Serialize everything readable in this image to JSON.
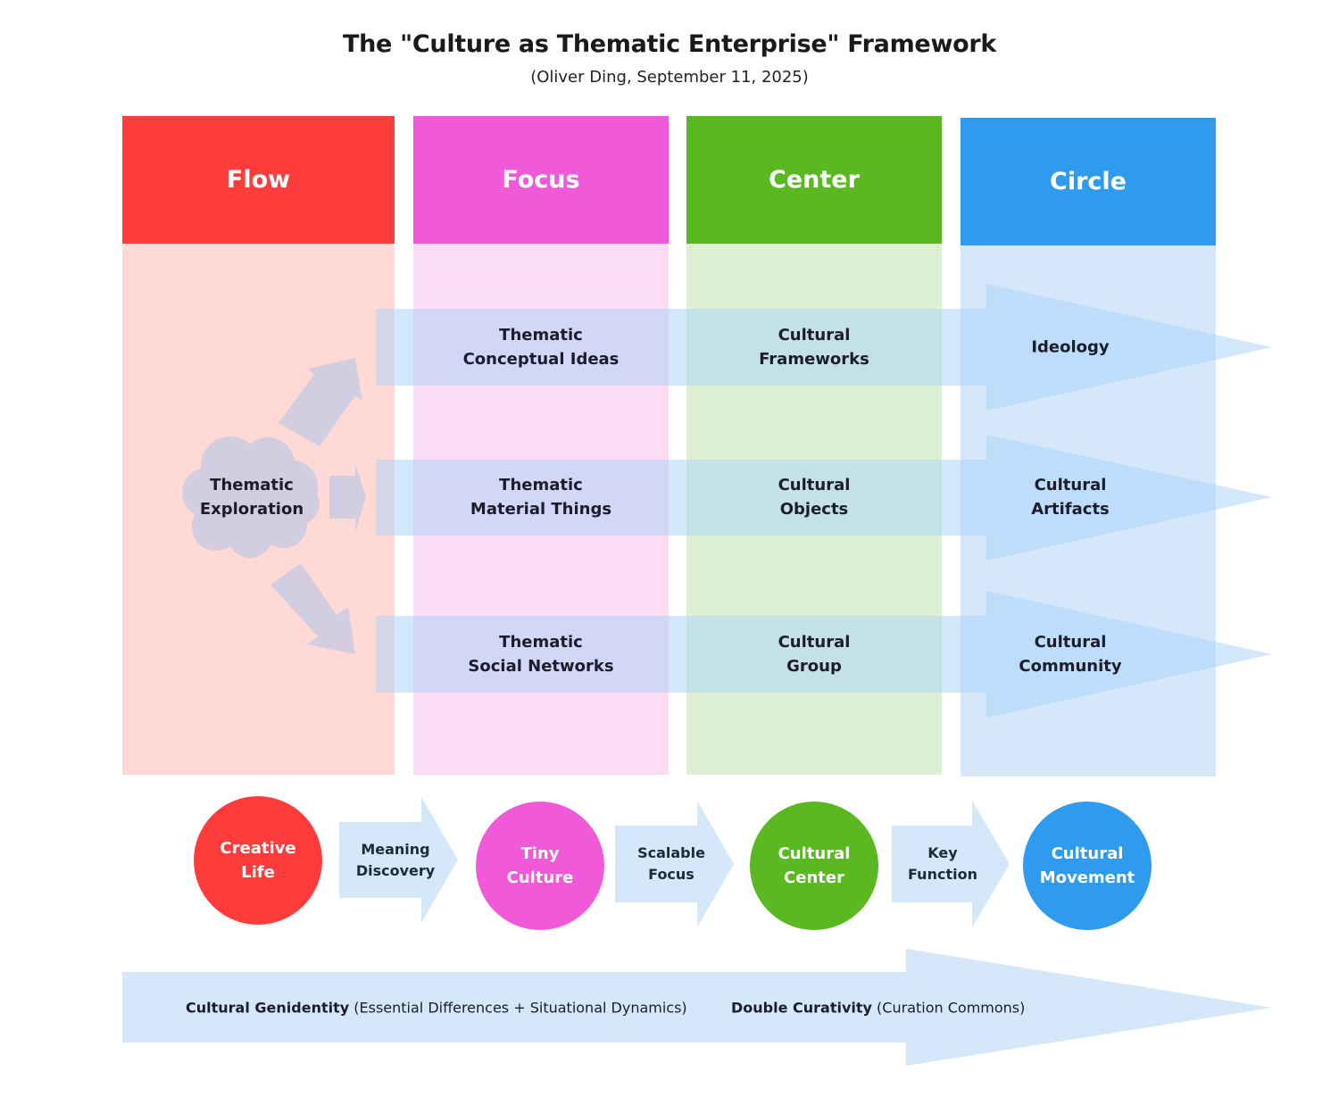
{
  "header": {
    "title": "The \"Culture as Thematic Enterprise\" Framework",
    "subtitle": "(Oliver Ding, September 11, 2025)"
  },
  "columns": [
    {
      "label": "Flow",
      "head_color": "#ff3c3c",
      "bg_color": "#ffd9d6"
    },
    {
      "label": "Focus",
      "head_color": "#f05ad8",
      "bg_color": "#fcdcf5"
    },
    {
      "label": "Center",
      "head_color": "#5ab820",
      "bg_color": "#def0d4"
    },
    {
      "label": "Circle",
      "head_color": "#2e9bef",
      "bg_color": "#d4e8fa"
    }
  ],
  "flow": {
    "cloud_label": "Thematic\nExploration",
    "cloud_color": "#d2cde0"
  },
  "rows": [
    {
      "focus": "Thematic\nConceptual Ideas",
      "center": "Cultural\nFrameworks",
      "circle": "Ideology"
    },
    {
      "focus": "Thematic\nMaterial Things",
      "center": "Cultural\nObjects",
      "circle": "Cultural\nArtifacts"
    },
    {
      "focus": "Thematic\nSocial Networks",
      "center": "Cultural\nGroup",
      "circle": "Cultural\nCommunity"
    }
  ],
  "process": {
    "stages": [
      {
        "label": "Creative\nLife",
        "color": "#ff3c3c"
      },
      {
        "label": "Tiny\nCulture",
        "color": "#f05ad8"
      },
      {
        "label": "Cultural\nCenter",
        "color": "#5ab820"
      },
      {
        "label": "Cultural\nMovement",
        "color": "#2e9bef"
      }
    ],
    "transitions": [
      {
        "label": "Meaning\nDiscovery"
      },
      {
        "label": "Scalable\nFocus"
      },
      {
        "label": "Key\nFunction"
      }
    ]
  },
  "band": {
    "items": [
      {
        "bold": "Cultural Genidentity",
        "normal": " (Essential Differences + Situational Dynamics)"
      },
      {
        "bold": "Double Curativity",
        "normal": " (Curation Commons)"
      }
    ]
  }
}
